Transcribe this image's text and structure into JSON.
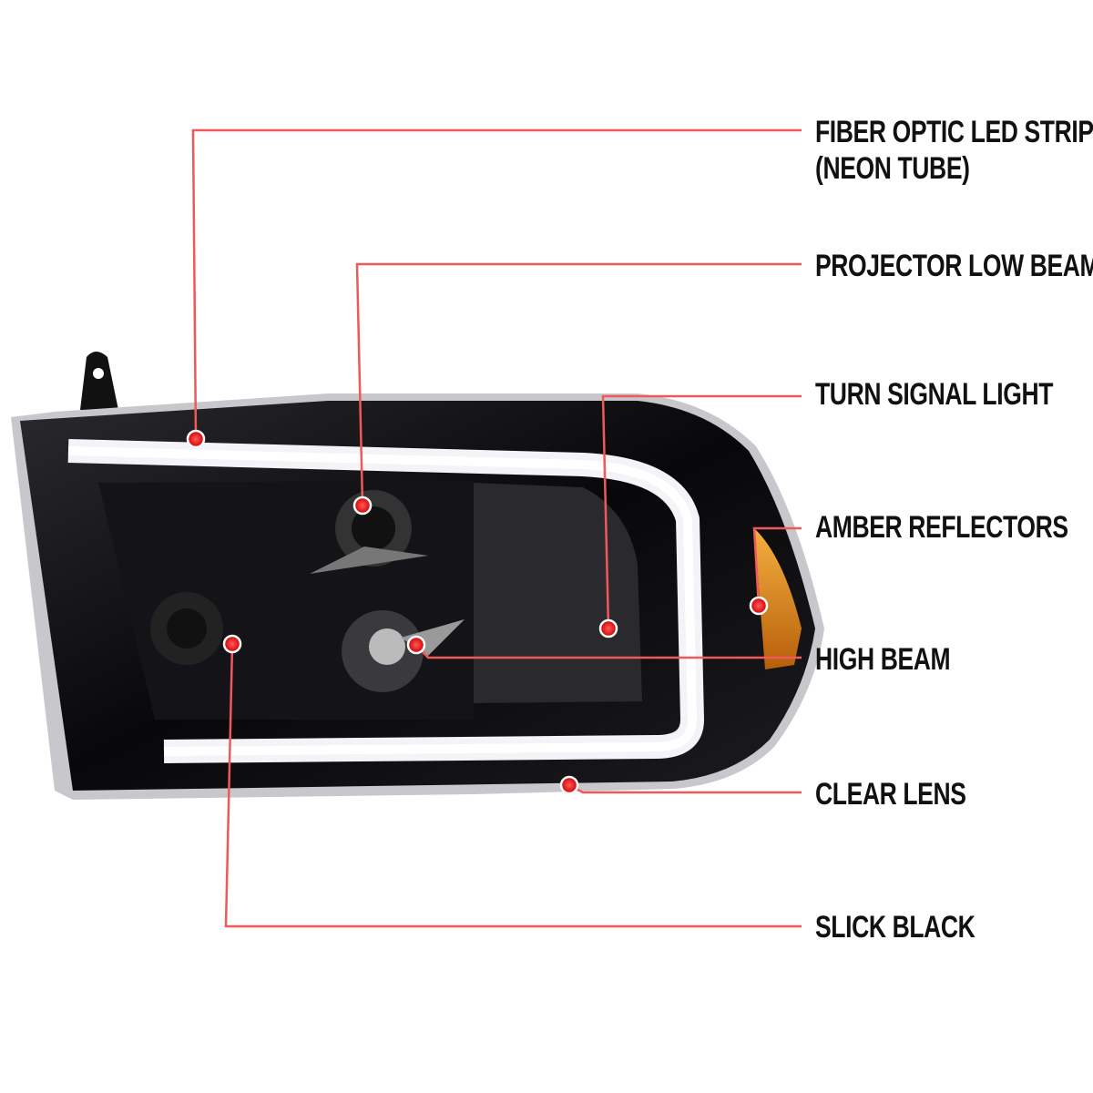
{
  "callouts": [
    {
      "id": "fiber",
      "line1": "FIBER OPTIC LED STRIP",
      "line2": "(NEON TUBE)"
    },
    {
      "id": "projector",
      "line1": "PROJECTOR LOW BEAM"
    },
    {
      "id": "turn",
      "line1": "TURN SIGNAL LIGHT"
    },
    {
      "id": "amber",
      "line1": "AMBER REFLECTORS"
    },
    {
      "id": "high",
      "line1": "HIGH BEAM"
    },
    {
      "id": "clear",
      "line1": "CLEAR LENS"
    },
    {
      "id": "black",
      "line1": "SLICK BLACK"
    }
  ],
  "colors": {
    "leader_line": "#f0585a",
    "marker_dot": "#e00000",
    "housing": "#0b0b0d",
    "led_strip": "#f4f4f8",
    "amber": "#e08a1a"
  }
}
